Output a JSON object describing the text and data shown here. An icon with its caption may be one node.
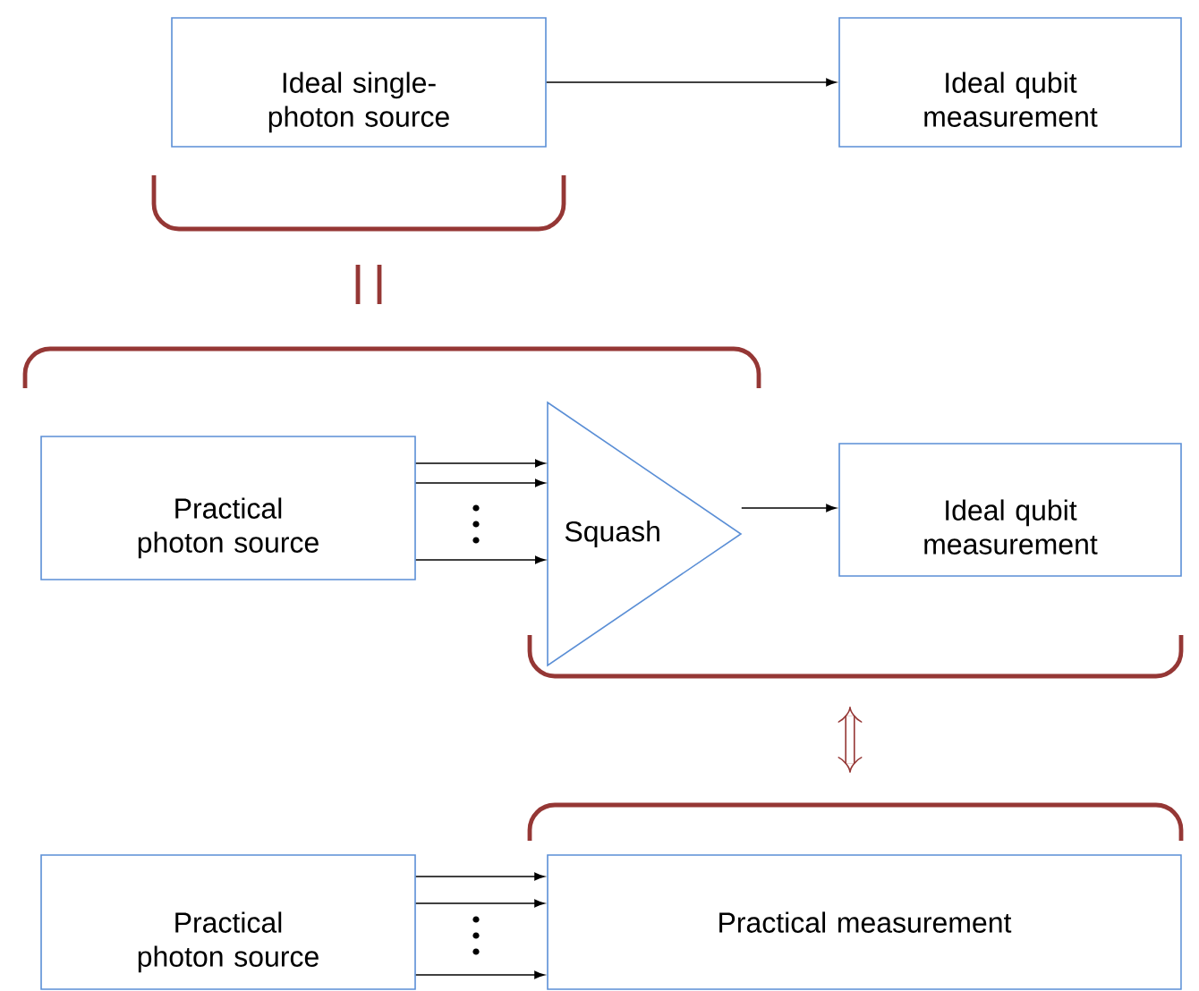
{
  "diagram": {
    "nodes": [
      {
        "text": [
          "Ideal single-photon source"
        ]
      },
      {
        "text": [
          "Ideal qubit measurement"
        ]
      },
      {
        "text": [
          "Practical photon source"
        ]
      },
      {
        "text": [
          "Squash"
        ]
      },
      {
        "text": [
          "Ideal qubit measurement"
        ]
      },
      {
        "text": [
          "Practical photon source"
        ]
      },
      {
        "text": [
          "Practical measurement"
        ]
      }
    ],
    "edges": [
      {
        "from": 0,
        "to": 1,
        "arrow": "to"
      },
      {
        "from": 2,
        "to": 3,
        "arrow": "to"
      },
      {
        "from": 2,
        "to": 3,
        "arrow": "to"
      },
      {
        "from": 2,
        "to": 3,
        "arrow": "to"
      },
      {
        "from": 3,
        "to": 4,
        "arrow": "to"
      },
      {
        "from": 5,
        "to": 6,
        "arrow": "to"
      },
      {
        "from": 5,
        "to": 6,
        "arrow": "to"
      },
      {
        "from": 5,
        "to": 6,
        "arrow": "to"
      }
    ]
  }
}
